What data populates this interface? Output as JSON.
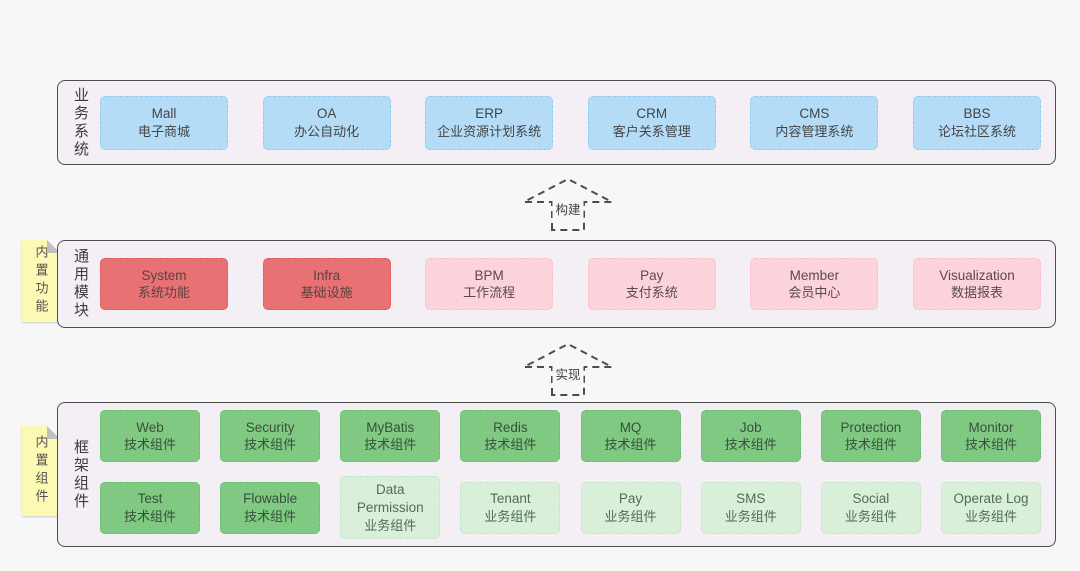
{
  "colors": {
    "page-bg": "#f7f7f7",
    "panel-bg": "#f4eef5",
    "panel-border": "#4d4d4d",
    "label-text": "#3c3c3c",
    "box-blue-bg": "#b5dcf6",
    "box-blue-border": "#92cbf0",
    "box-blue-text": "#444444",
    "box-red-bg": "#e87173",
    "box-red-border": "#e05a5e",
    "box-red-text": "#5c4242",
    "box-pink-bg": "#fcd3da",
    "box-pink-border": "#f8bfc9",
    "box-pink-text": "#5a4a4e",
    "box-green-bg": "#7fc983",
    "box-green-border": "#6bba6f",
    "box-green-text": "#37503b",
    "box-lightgreen-bg": "#d9efd9",
    "box-lightgreen-border": "#c3e4c4",
    "box-lightgreen-text": "#4e6f51",
    "note-bg": "#fcf9b4",
    "note-fold": "#bfbfbf",
    "note-text": "#555555",
    "arrow-stroke": "#4d4d4d",
    "arrow-text": "#444444"
  },
  "arrows": [
    {
      "label": "构建"
    },
    {
      "label": "实现"
    }
  ],
  "panels": [
    {
      "label": "业务系统",
      "rows": [
        [
          {
            "en": "Mall",
            "zh": "电子商城"
          },
          {
            "en": "OA",
            "zh": "办公自动化"
          },
          {
            "en": "ERP",
            "zh": "企业资源计划系统"
          },
          {
            "en": "CRM",
            "zh": "客户关系管理"
          },
          {
            "en": "CMS",
            "zh": "内容管理系统"
          },
          {
            "en": "BBS",
            "zh": "论坛社区系统"
          }
        ]
      ]
    },
    {
      "label": "通用模块",
      "note": "内置功能",
      "rows": [
        [
          {
            "en": "System",
            "zh": "系统功能"
          },
          {
            "en": "Infra",
            "zh": "基础设施"
          },
          {
            "en": "BPM",
            "zh": "工作流程"
          },
          {
            "en": "Pay",
            "zh": "支付系统"
          },
          {
            "en": "Member",
            "zh": "会员中心"
          },
          {
            "en": "Visualization",
            "zh": "数据报表"
          }
        ]
      ]
    },
    {
      "label": "框架组件",
      "note": "内置组件",
      "rows": [
        [
          {
            "en": "Web",
            "zh": "技术组件"
          },
          {
            "en": "Security",
            "zh": "技术组件"
          },
          {
            "en": "MyBatis",
            "zh": "技术组件"
          },
          {
            "en": "Redis",
            "zh": "技术组件"
          },
          {
            "en": "MQ",
            "zh": "技术组件"
          },
          {
            "en": "Job",
            "zh": "技术组件"
          },
          {
            "en": "Protection",
            "zh": "技术组件"
          },
          {
            "en": "Monitor",
            "zh": "技术组件"
          }
        ],
        [
          {
            "en": "Test",
            "zh": "技术组件"
          },
          {
            "en": "Flowable",
            "zh": "技术组件"
          },
          {
            "en": "Data Permission",
            "zh": "业务组件"
          },
          {
            "en": "Tenant",
            "zh": "业务组件"
          },
          {
            "en": "Pay",
            "zh": "业务组件"
          },
          {
            "en": "SMS",
            "zh": "业务组件"
          },
          {
            "en": "Social",
            "zh": "业务组件"
          },
          {
            "en": "Operate Log",
            "zh": "业务组件"
          }
        ]
      ]
    }
  ]
}
